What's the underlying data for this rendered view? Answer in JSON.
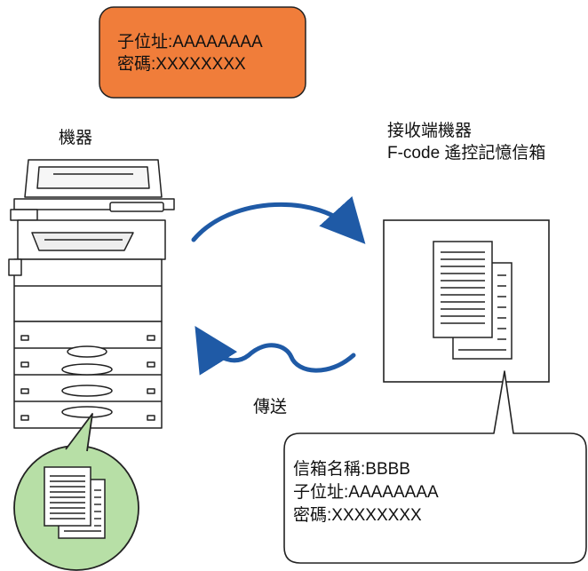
{
  "top_callout": {
    "line1": "子位址:AAAAAAAA",
    "line2": "密碼:XXXXXXXX",
    "fill_color": "#f07d3a"
  },
  "device_label": "機器",
  "receiver": {
    "line1": "接收端機器",
    "line2": "F-code 遙控記憶信箱"
  },
  "transmit_label": "傳送",
  "bottom_callout": {
    "line1": "信箱名稱:BBBB",
    "line2": "子位址:AAAAAAAA",
    "line3": "密碼:XXXXXXXX"
  },
  "colors": {
    "arrow": "#1f5aa6",
    "doc_circle": "#b7dfa6"
  },
  "icons": [
    "multifunction-printer-icon",
    "documents-icon",
    "curved-arrow-icon"
  ]
}
